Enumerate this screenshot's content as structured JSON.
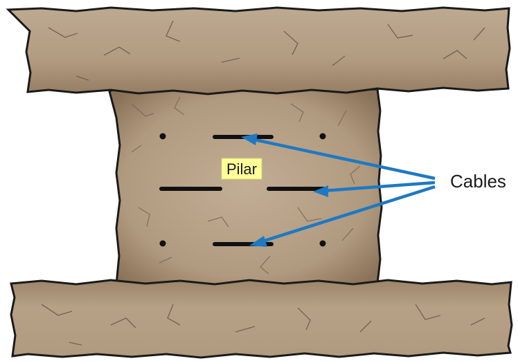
{
  "diagram": {
    "labels": {
      "pillar": "Pilar",
      "cables": "Cables"
    },
    "colors": {
      "rock_fill": "#b9a48b",
      "rock_shade": "#8c7459",
      "rock_outline": "#1a1a1a",
      "crack": "#6e5a44",
      "arrow": "#1f79c2",
      "cable": "#111111",
      "pillar_label_bg": "#ffff99"
    },
    "elements": [
      "roof-rock-stratum",
      "floor-rock-stratum",
      "pillar-body",
      "cable-ends",
      "cable-dots",
      "cable-arrows"
    ]
  }
}
